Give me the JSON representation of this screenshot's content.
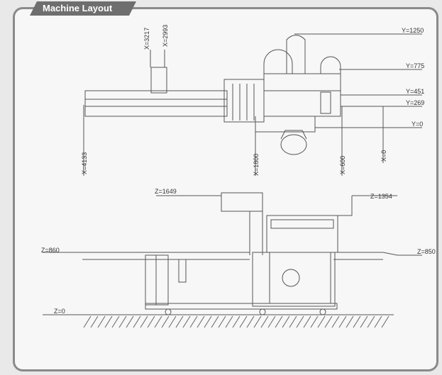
{
  "title": "Machine Layout",
  "top_view": {
    "y_labels": [
      "Y=1250",
      "Y=775",
      "Y=451",
      "Y=269",
      "Y=0"
    ],
    "x_labels": [
      "X=3217",
      "X=2993",
      "X=4133",
      "X=1800",
      "X=600",
      "X=0"
    ]
  },
  "side_view": {
    "z_labels": [
      "Z=1649",
      "Z=1354",
      "Z=860",
      "Z=850",
      "Z=0"
    ]
  }
}
